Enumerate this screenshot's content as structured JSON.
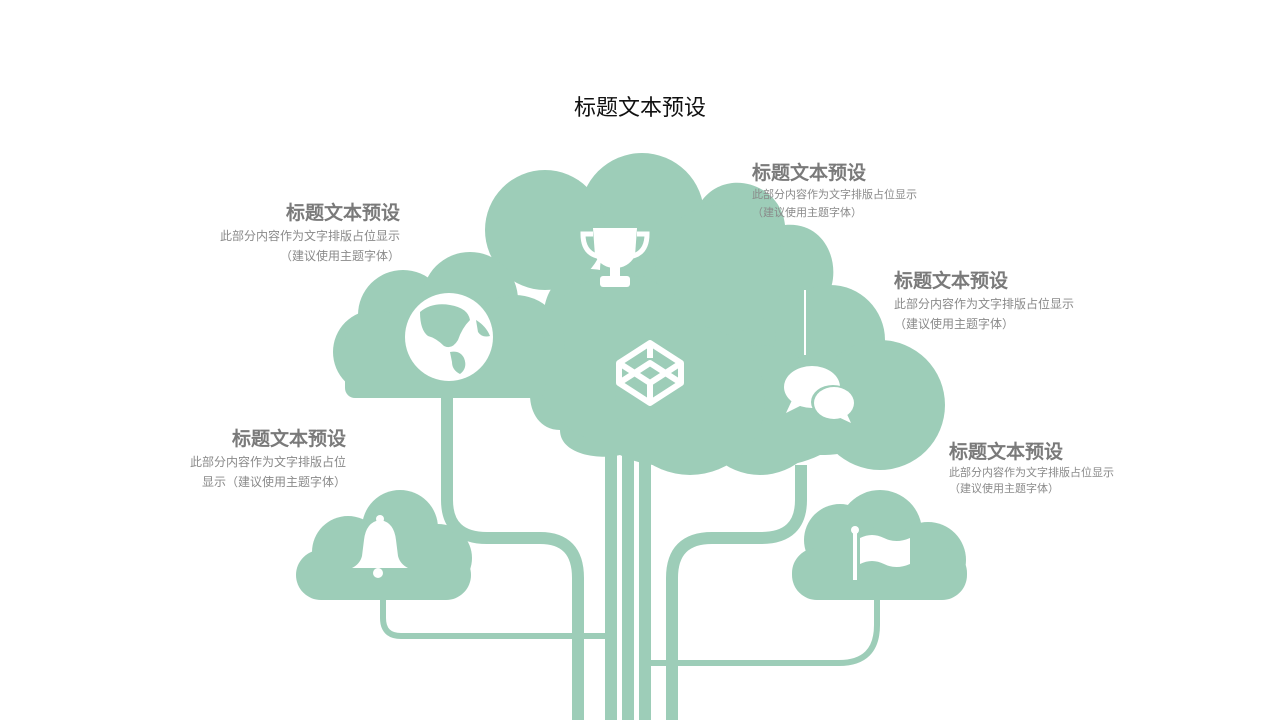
{
  "title": "标题文本预设",
  "accent_color": "#9dcdb8",
  "items": [
    {
      "heading": "标题文本预设",
      "line1": "此部分内容作为文字排版占位显示",
      "line2": "（建议使用主题字体）",
      "icon": "trophy-icon"
    },
    {
      "heading": "标题文本预设",
      "line1": "此部分内容作为文字排版占位显示",
      "line2": "（建议使用主题字体）",
      "icon": "globe-icon"
    },
    {
      "heading": "标题文本预设",
      "line1": "此部分内容作为文字排版占位显示",
      "line2": "（建议使用主题字体）",
      "icon": "chat-bubbles-icon"
    },
    {
      "heading": "标题文本预设",
      "line1": "此部分内容作为文字排版占位",
      "line2": "显示（建议使用主题字体）",
      "icon": "bell-icon"
    },
    {
      "heading": "标题文本预设",
      "line1": "此部分内容作为文字排版占位显示",
      "line2": "（建议使用主题字体）",
      "icon": "flag-icon"
    }
  ],
  "center_icon": "codepen-cube-icon"
}
